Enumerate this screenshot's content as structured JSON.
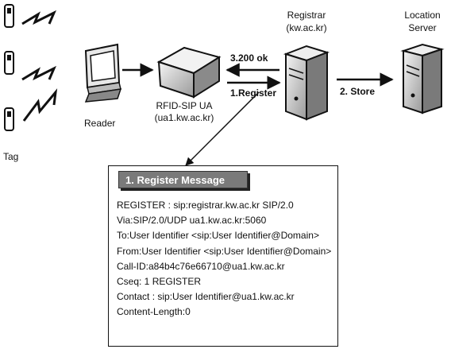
{
  "nodes": {
    "tag": "Tag",
    "reader": "Reader",
    "rfid_ua_name": "RFID-SIP UA",
    "rfid_ua_addr": "(ua1.kw.ac.kr)",
    "registrar_name": "Registrar",
    "registrar_addr": "(kw.ac.kr)",
    "location_line1": "Location",
    "location_line2": "Server"
  },
  "arrows": {
    "ok": "3.200 ok",
    "register": "1.Register",
    "store": "2. Store"
  },
  "message": {
    "title": "1. Register Message",
    "lines": [
      "REGISTER : sip:registrar.kw.ac.kr SIP/2.0",
      "Via:SIP/2.0/UDP ua1.kw.ac.kr:5060",
      "To:User Identifier <sip:User Identifier@Domain>",
      "From:User Identifier <sip:User Identifier@Domain>",
      "Call-ID:a84b4c76e66710@ua1.kw.ac.kr",
      "Cseq: 1 REGISTER",
      "Contact : sip:User Identifier@ua1.kw.ac.kr",
      "Content-Length:0"
    ]
  }
}
